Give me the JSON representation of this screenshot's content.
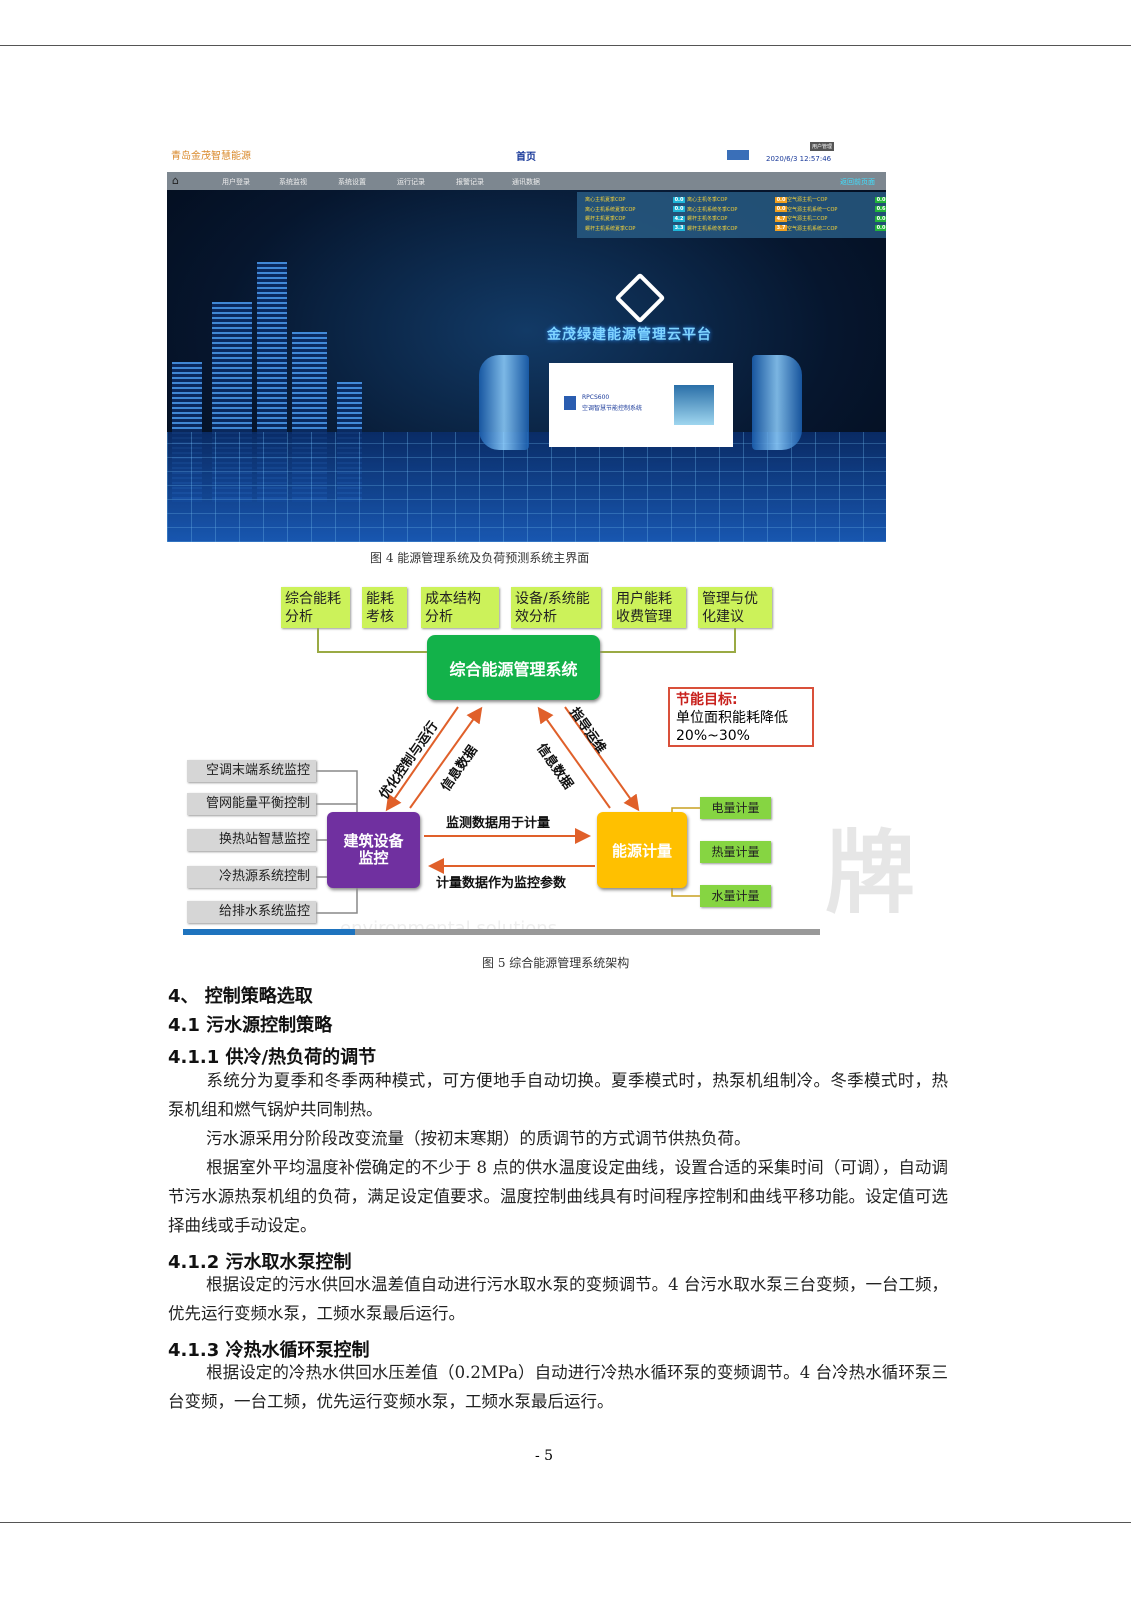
{
  "figure1": {
    "brand": "青岛金茂智慧能源",
    "title": "首页",
    "user_button": "用户管理",
    "datetime": "2020/6/3 12:57:46",
    "nav": [
      "用户登录",
      "系统监视",
      "系统设置",
      "运行记录",
      "报警记录",
      "通讯数据"
    ],
    "nav_right": "返回前页面",
    "cop_panel": [
      [
        {
          "label": "离心主机夏季COP",
          "value": "0.0"
        },
        {
          "label": "离心主机系统夏季COP",
          "value": "0.0"
        },
        {
          "label": "螺杆主机夏季COP",
          "value": "4.2"
        },
        {
          "label": "螺杆主机系统夏季COP",
          "value": "3.3"
        }
      ],
      [
        {
          "label": "离心主机冬季COP",
          "value": "0.0"
        },
        {
          "label": "离心主机系统冬季COP",
          "value": "0.0"
        },
        {
          "label": "螺杆主机冬季COP",
          "value": "4.7"
        },
        {
          "label": "螺杆主机系统冬季COP",
          "value": "3.7"
        }
      ],
      [
        {
          "label": "空气源主机一COP",
          "value": "0.0"
        },
        {
          "label": "空气源主机系统一COP",
          "value": "0.6"
        },
        {
          "label": "空气源主机二COP",
          "value": "0.0"
        },
        {
          "label": "空气源主机系统二COP",
          "value": "0.0"
        }
      ]
    ],
    "platform_title": "金茂绿建能源管理云平台",
    "card_code": "RPCS600",
    "card_name": "空调智慧节能控制系统",
    "colors": {
      "panel_cyan": "#1fb6d8",
      "panel_orange": "#f0a020",
      "panel_green": "#22b33a"
    }
  },
  "caption1": "图 4 能源管理系统及负荷预测系统主界面",
  "figure2": {
    "top_boxes": [
      [
        "综合能耗",
        "分析"
      ],
      [
        "能耗",
        "考核"
      ],
      [
        "成本结构",
        "分析"
      ],
      [
        "设备/系统能",
        "效分析"
      ],
      [
        "用户能耗",
        "收费管理"
      ],
      [
        "管理与优",
        "化建议"
      ]
    ],
    "center": "综合能源管理系统",
    "target_title": "节能目标:",
    "target_line1": "单位面积能耗降低",
    "target_line2": "20%~30%",
    "left_items": [
      "空调末端系统监控",
      "管网能量平衡控制",
      "换热站智慧监控",
      "冷热源系统控制",
      "给排水系统监控"
    ],
    "building": [
      "建筑设备",
      "监控"
    ],
    "metering": "能源计量",
    "right_items": [
      "电量计量",
      "热量计量",
      "水量计量"
    ],
    "arrow_labels": {
      "opt": "优化控制与运行",
      "info_left": "信息数据",
      "guide": "指导运维",
      "info_right": "信息数据",
      "monitor": "监测数据用于计量",
      "meter": "计量数据作为监控参数"
    },
    "watermark": "牌",
    "watermark_sub": "environmental solutions"
  },
  "caption2": "图 5 综合能源管理系统架构",
  "sections": {
    "h4": "4、 控制策略选取",
    "h41": "4.1 污水源控制策略",
    "h411": "4.1.1 供冷/热负荷的调节",
    "p1": "系统分为夏季和冬季两种模式，可方便地手自动切换。夏季模式时，热泵机组制冷。冬季模式时，热泵机组和燃气锅炉共同制热。",
    "p2": "污水源采用分阶段改变流量（按初末寒期）的质调节的方式调节供热负荷。",
    "p3": "根据室外平均温度补偿确定的不少于 8 点的供水温度设定曲线，设置合适的采集时间（可调），自动调节污水源热泵机组的负荷，满足设定值要求。温度控制曲线具有时间程序控制和曲线平移功能。设定值可选择曲线或手动设定。",
    "h412": "4.1.2 污水取水泵控制",
    "p4": "根据设定的污水供回水温差值自动进行污水取水泵的变频调节。4 台污水取水泵三台变频，一台工频，优先运行变频水泵，工频水泵最后运行。",
    "h413": "4.1.3 冷热水循环泵控制",
    "p5": "根据设定的冷热水供回水压差值（0.2MPa）自动进行冷热水循环泵的变频调节。4 台冷热水循环泵三台变频，一台工频，优先运行变频水泵，工频水泵最后运行。"
  },
  "page_number": "- 5"
}
